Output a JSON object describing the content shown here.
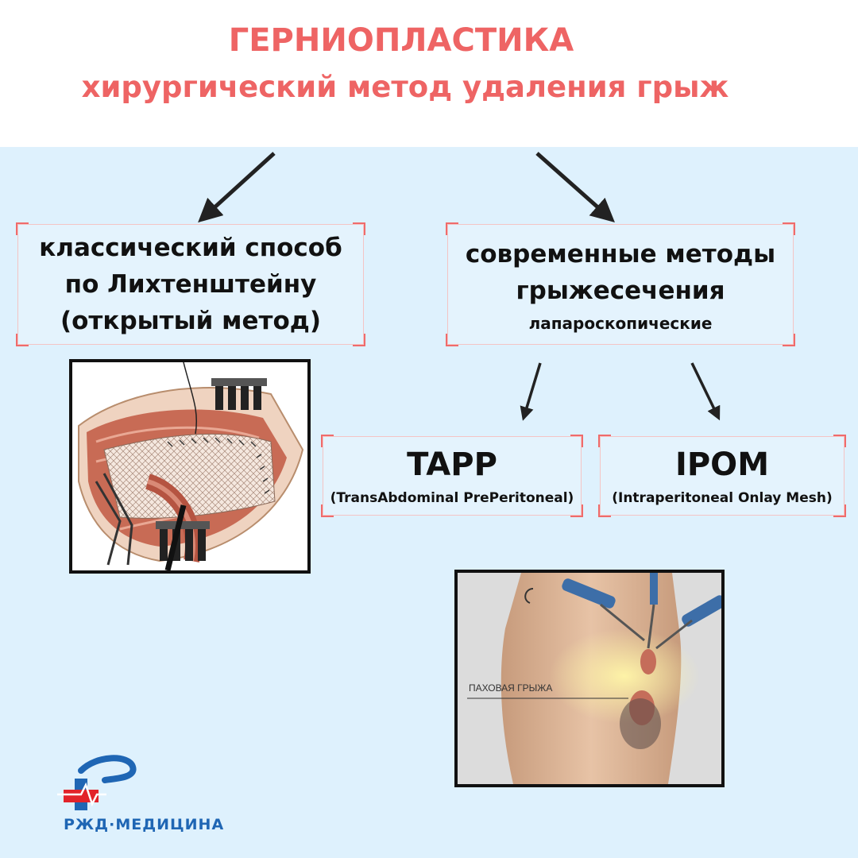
{
  "header": {
    "title": "ГЕРНИОПЛАСТИКА",
    "subtitle": "хирургический метод удаления грыж"
  },
  "classic_box": {
    "line1": "классический способ",
    "line2": "по Лихтенштейну",
    "line3": "(открытый метод)"
  },
  "modern_box": {
    "line1": "современные методы",
    "line2": "грыжесечения",
    "note": "лапароскопические"
  },
  "tapp_box": {
    "title": "TAPP",
    "subtitle": "(TransAbdominal PrePeritoneal)"
  },
  "ipom_box": {
    "title": "IPOM",
    "subtitle": "(Intraperitoneal Onlay Mesh)"
  },
  "laparoscopy_image": {
    "label": "ПАХОВАЯ ГРЫЖА"
  },
  "logo": {
    "text": "РЖД·МЕДИЦИНА"
  },
  "colors": {
    "accent": "#ee6464",
    "background": "#def1fd",
    "brand_blue": "#1f66b4",
    "brand_red": "#e2232a"
  }
}
